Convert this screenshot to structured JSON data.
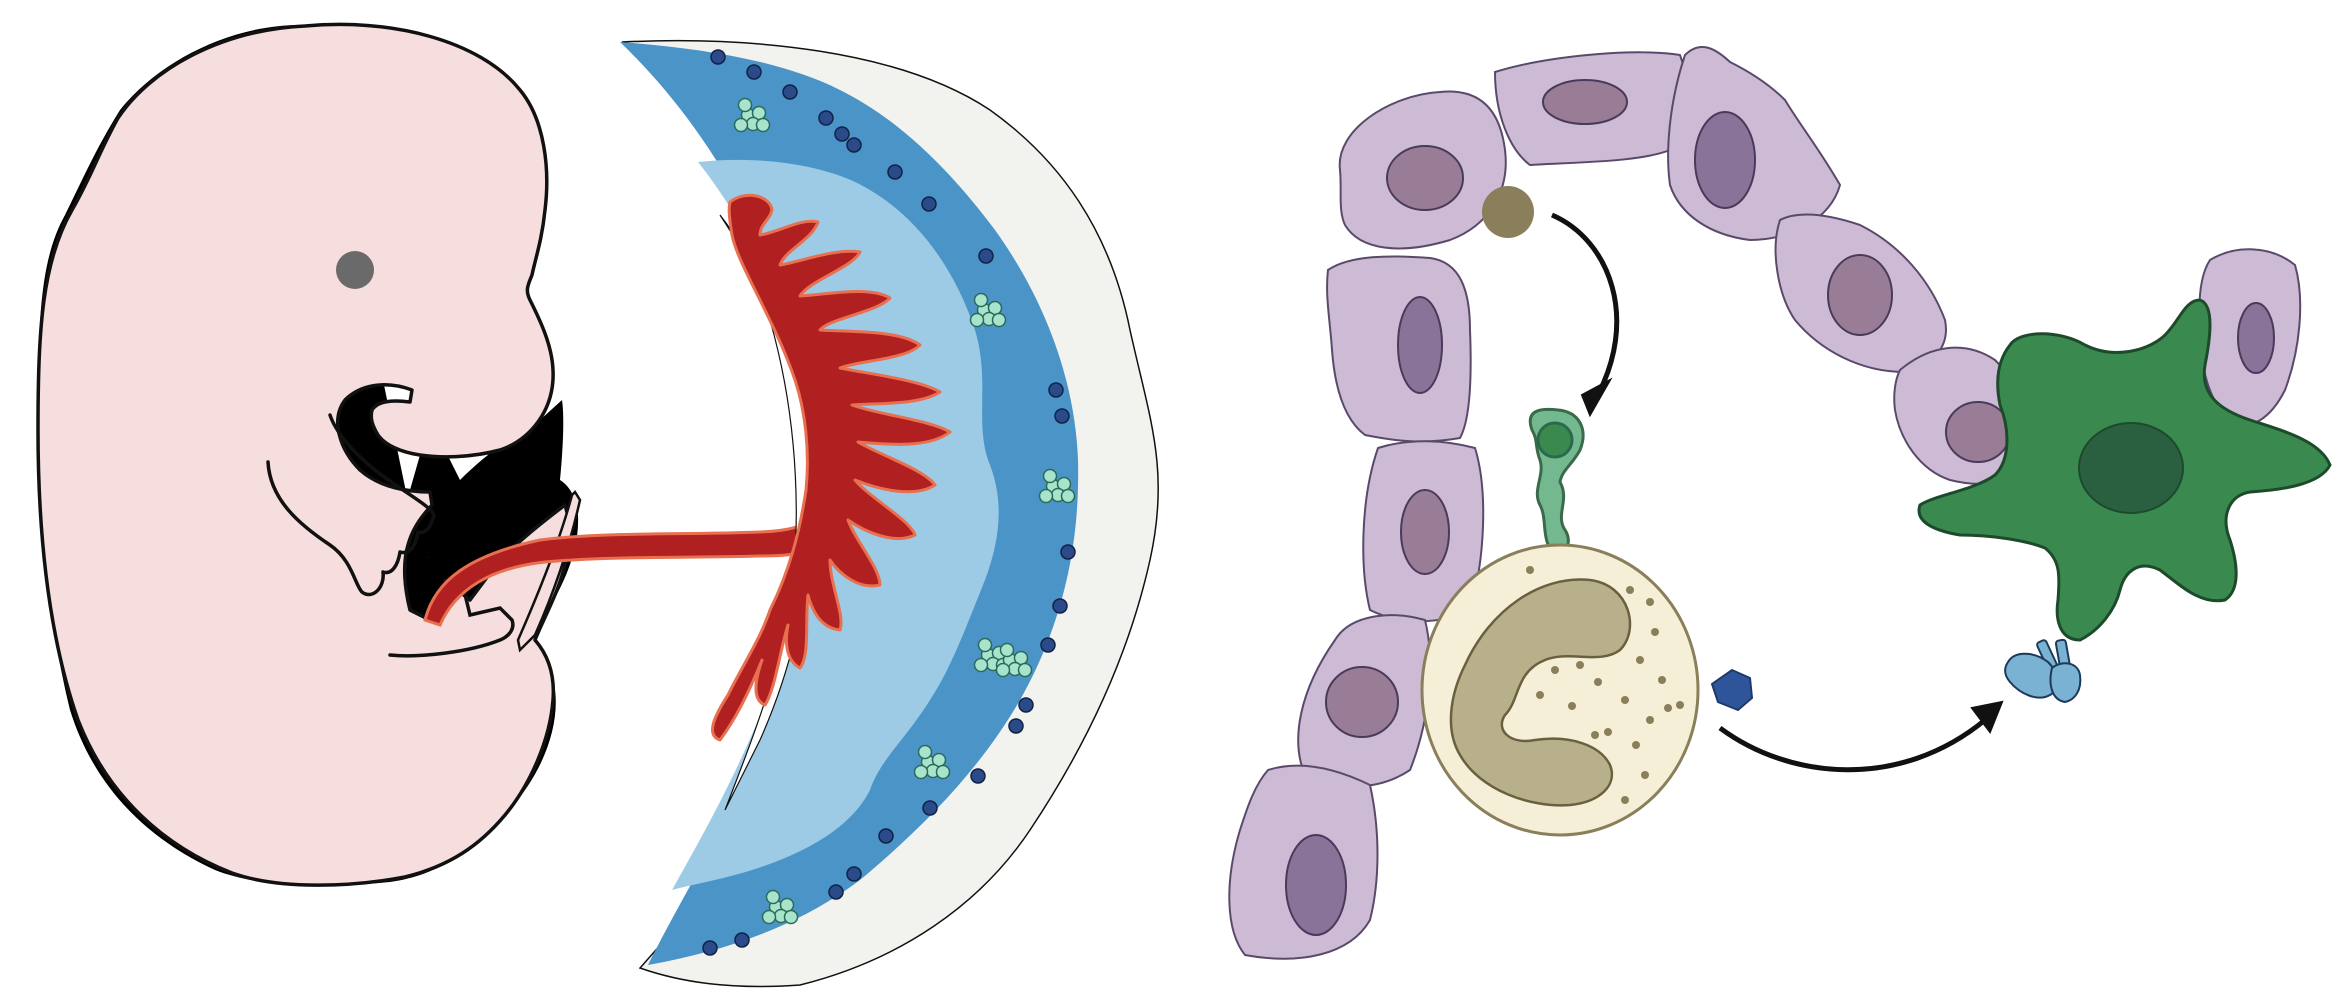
{
  "figure": {
    "panels": [
      {
        "name": "embryo-placenta",
        "elements": [
          "embryo",
          "umbilical-cord",
          "placenta",
          "chorionic-villi",
          "maternal-cells"
        ]
      },
      {
        "name": "tissue-immune",
        "elements": [
          "epithelial-cells",
          "granule-particle",
          "granule-release-cell",
          "neutrophil",
          "antigen",
          "dendritic-cell",
          "receptor"
        ]
      }
    ],
    "colors": {
      "embryo_skin": "#f5dedd",
      "outline": "#111111",
      "eye": "#6a6a6a",
      "cord_red": "#b02020",
      "cord_highlight": "#e87050",
      "placenta_outer": "#f2f2ee",
      "decidua_blue": "#4a94c8",
      "villus_space": "#9dcbe6",
      "maternal_dot": "#2a4a8a",
      "cluster_cell": "#a8e4cc",
      "epithelial_cell": "#cdbbd6",
      "epithelial_nucleus": "#997d97",
      "epithelial_nucleus_alt": "#8a7399",
      "granule_particle": "#8a7f5a",
      "granule_cell": "#74b890",
      "neutrophil_cytoplasm": "#f4efd6",
      "neutrophil_nucleus": "#b8b08a",
      "antigen": "#2e559a",
      "dendritic_cell": "#3a8a50",
      "dendritic_nucleus": "#2a6040",
      "receptor": "#79b2d2"
    }
  }
}
